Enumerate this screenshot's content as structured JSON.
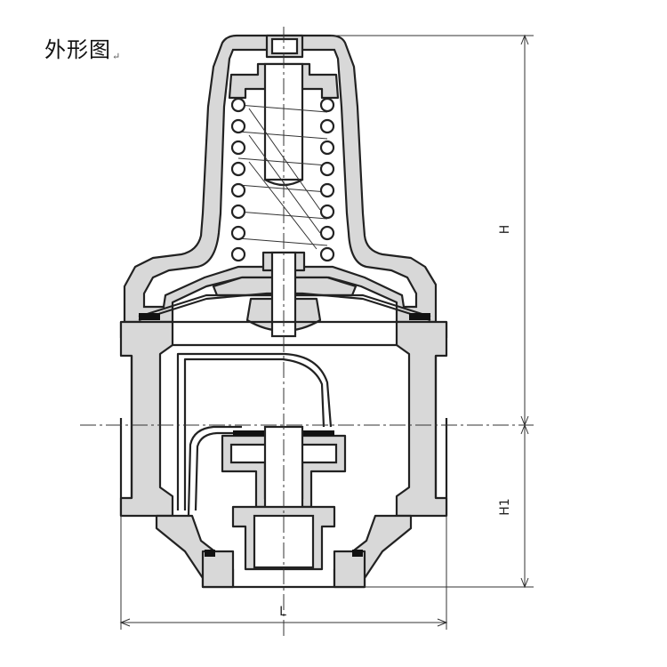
{
  "title": "外形图",
  "paragraph_mark": "↵",
  "dimensions": {
    "height_total": "H",
    "height_lower": "H1",
    "length": "L"
  },
  "colors": {
    "line": "#222222",
    "section_fill": "#d8d8d8",
    "background": "#ffffff"
  }
}
